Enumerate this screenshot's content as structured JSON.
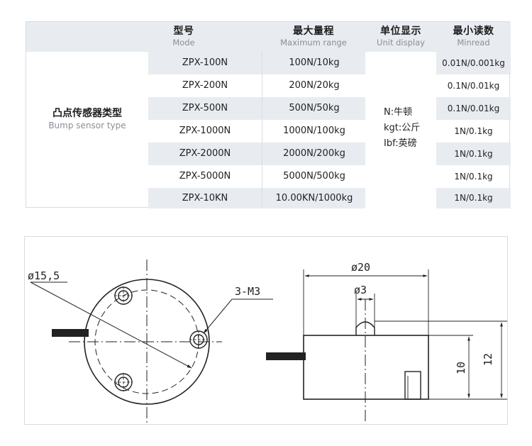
{
  "table": {
    "headers": [
      {
        "zh": "型号",
        "en": "Mode"
      },
      {
        "zh": "最大量程",
        "en": "Maximum range"
      },
      {
        "zh": "单位显示",
        "en": "Unit display"
      },
      {
        "zh": "最小读数",
        "en": "Minread"
      }
    ],
    "side_label": {
      "zh": "凸点传感器类型",
      "en": "Bump sensor type"
    },
    "units": [
      "N:牛顿",
      "kgt:公斤",
      "Ibf:英磅"
    ],
    "rows": [
      {
        "model": "ZPX-100N",
        "range": "100N/10kg",
        "minread": "0.01N/0.001kg"
      },
      {
        "model": "ZPX-200N",
        "range": "200N/20kg",
        "minread": "0.1N/0.01kg"
      },
      {
        "model": "ZPX-500N",
        "range": "500N/50kg",
        "minread": "0.1N/0.01kg"
      },
      {
        "model": "ZPX-1000N",
        "range": "1000N/100kg",
        "minread": "1N/0.1kg"
      },
      {
        "model": "ZPX-2000N",
        "range": "2000N/200kg",
        "minread": "1N/0.1kg"
      },
      {
        "model": "ZPX-5000N",
        "range": "5000N/500kg",
        "minread": "1N/0.1kg"
      },
      {
        "model": "ZPX-10KN",
        "range": "10.00KN/1000kg",
        "minread": "1N/0.1kg"
      }
    ]
  },
  "drawing": {
    "front_diameter": "ø15,5",
    "holes": "3-M3",
    "body_diameter": "ø20",
    "bump_diameter": "ø3",
    "height_body": "10",
    "height_total": "12"
  }
}
